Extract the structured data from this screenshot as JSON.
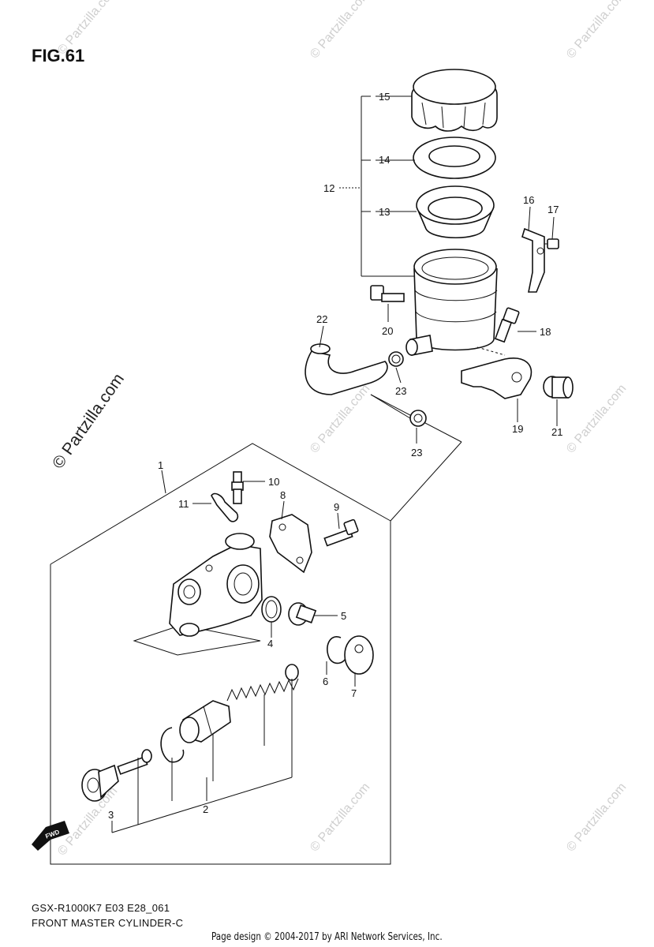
{
  "figure": {
    "title": "FIG.61"
  },
  "footer": {
    "model_code": "GSX-R1000K7 E03 E28_061",
    "diagram_title": "FRONT MASTER CYLINDER-C",
    "credit": "Page design © 2004-2017 by ARI Network Services, Inc."
  },
  "watermark": {
    "side_text": "© Partzilla.com",
    "repeat_text": "© Partzilla.com"
  },
  "direction_badge": {
    "text": "FWD"
  },
  "callouts": [
    {
      "id": "c1",
      "label": "1"
    },
    {
      "id": "c2",
      "label": "2"
    },
    {
      "id": "c3",
      "label": "3"
    },
    {
      "id": "c4",
      "label": "4"
    },
    {
      "id": "c5",
      "label": "5"
    },
    {
      "id": "c6",
      "label": "6"
    },
    {
      "id": "c7",
      "label": "7"
    },
    {
      "id": "c8",
      "label": "8"
    },
    {
      "id": "c9",
      "label": "9"
    },
    {
      "id": "c10",
      "label": "10"
    },
    {
      "id": "c11",
      "label": "11"
    },
    {
      "id": "c12",
      "label": "12"
    },
    {
      "id": "c13",
      "label": "13"
    },
    {
      "id": "c14",
      "label": "14"
    },
    {
      "id": "c15",
      "label": "15"
    },
    {
      "id": "c16",
      "label": "16"
    },
    {
      "id": "c17",
      "label": "17"
    },
    {
      "id": "c18",
      "label": "18"
    },
    {
      "id": "c19",
      "label": "19"
    },
    {
      "id": "c20",
      "label": "20"
    },
    {
      "id": "c21",
      "label": "21"
    },
    {
      "id": "c22",
      "label": "22"
    },
    {
      "id": "c23a",
      "label": "23"
    },
    {
      "id": "c23b",
      "label": "23"
    }
  ]
}
